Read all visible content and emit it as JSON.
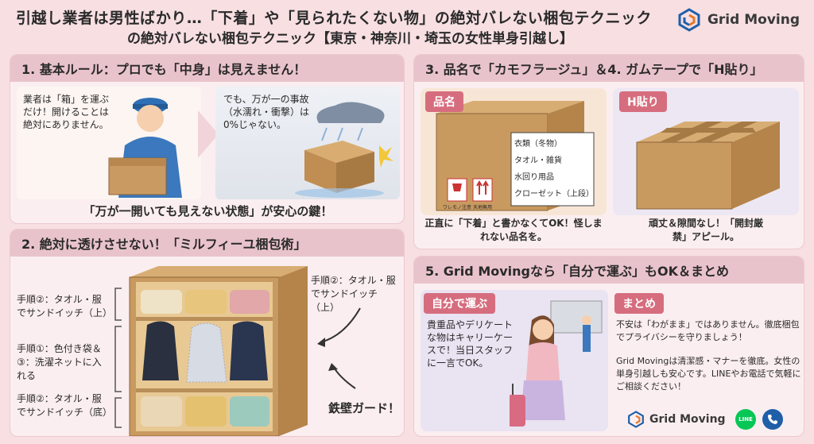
{
  "header": {
    "title_line1": "引越し業者は男性ばかり…「下着」や「見られたくない物」の絶対バレない梱包テクニック",
    "title_line2": "の絶対バレない梱包テクニック【東京・神奈川・埼玉の女性単身引越し】",
    "brand_name": "Grid Moving"
  },
  "section1": {
    "heading": "1. 基本ルール：プロでも「中身」は見えません！",
    "worker_text": "業者は「箱」を運ぶだけ！開けることは絶対にありません。",
    "risk_text": "でも、万が一の事故（水濡れ・衝撃）は0%じゃない。",
    "key_message": "「万が一開いても見えない状態」が安心の鍵！"
  },
  "section2": {
    "heading": "2. 絶対に透けさせない！「ミルフィーユ梱包術」",
    "step_top_left": "手順②：タオル・服でサンドイッチ（上）",
    "step_middle_left": "手順①：色付き袋＆③：洗濯ネットに入れる",
    "step_bottom_left": "手順②：タオル・服でサンドイッチ（底）",
    "step_top_right": "手順②：タオル・服でサンドイッチ（上）",
    "guard_label": "鉄壁ガード！"
  },
  "section3": {
    "heading": "3. 品名で「カモフラージュ」＆4. ガムテープで「H貼り」",
    "tag_name": "品名",
    "tag_h": "H貼り",
    "box_labels": [
      "衣類（冬物）",
      "タオル・雑貨",
      "水回り用品",
      "クローゼット（上段）"
    ],
    "stamp_fragile": "ワレモノ注意",
    "stamp_up": "天地無用",
    "caption_left": "正直に「下着」と書かなくてOK！怪しまれない品名を。",
    "caption_right": "頑丈＆隙間なし！「開封厳禁」アピール。"
  },
  "section5": {
    "heading": "5. Grid Movingなら「自分で運ぶ」もOK＆まとめ",
    "tag_self": "自分で運ぶ",
    "tag_summary": "まとめ",
    "self_text": "貴重品やデリケートな物はキャリーケースで！当日スタッフに一言でOK。",
    "summary_line1": "不安は「わがまま」ではありません。徹底梱包でプライバシーを守りましょう！",
    "summary_line2": "Grid Movingは清潔感・マナーを徹底。女性の単身引越しも安心です。LINEやお電話で気軽にご相談ください！",
    "footer_brand": "Grid Moving",
    "line_label": "LINE"
  },
  "colors": {
    "background": "#f7dfe2",
    "panel_head": "#e9c3cb",
    "tag": "#d66d7e",
    "brand_blue": "#1f5fa8",
    "brand_orange": "#e8782a",
    "line_green": "#06c755"
  },
  "icons": [
    "grid-logo-icon",
    "line-icon",
    "phone-icon",
    "arrow-icon",
    "fragile-icon",
    "up-arrows-icon"
  ]
}
